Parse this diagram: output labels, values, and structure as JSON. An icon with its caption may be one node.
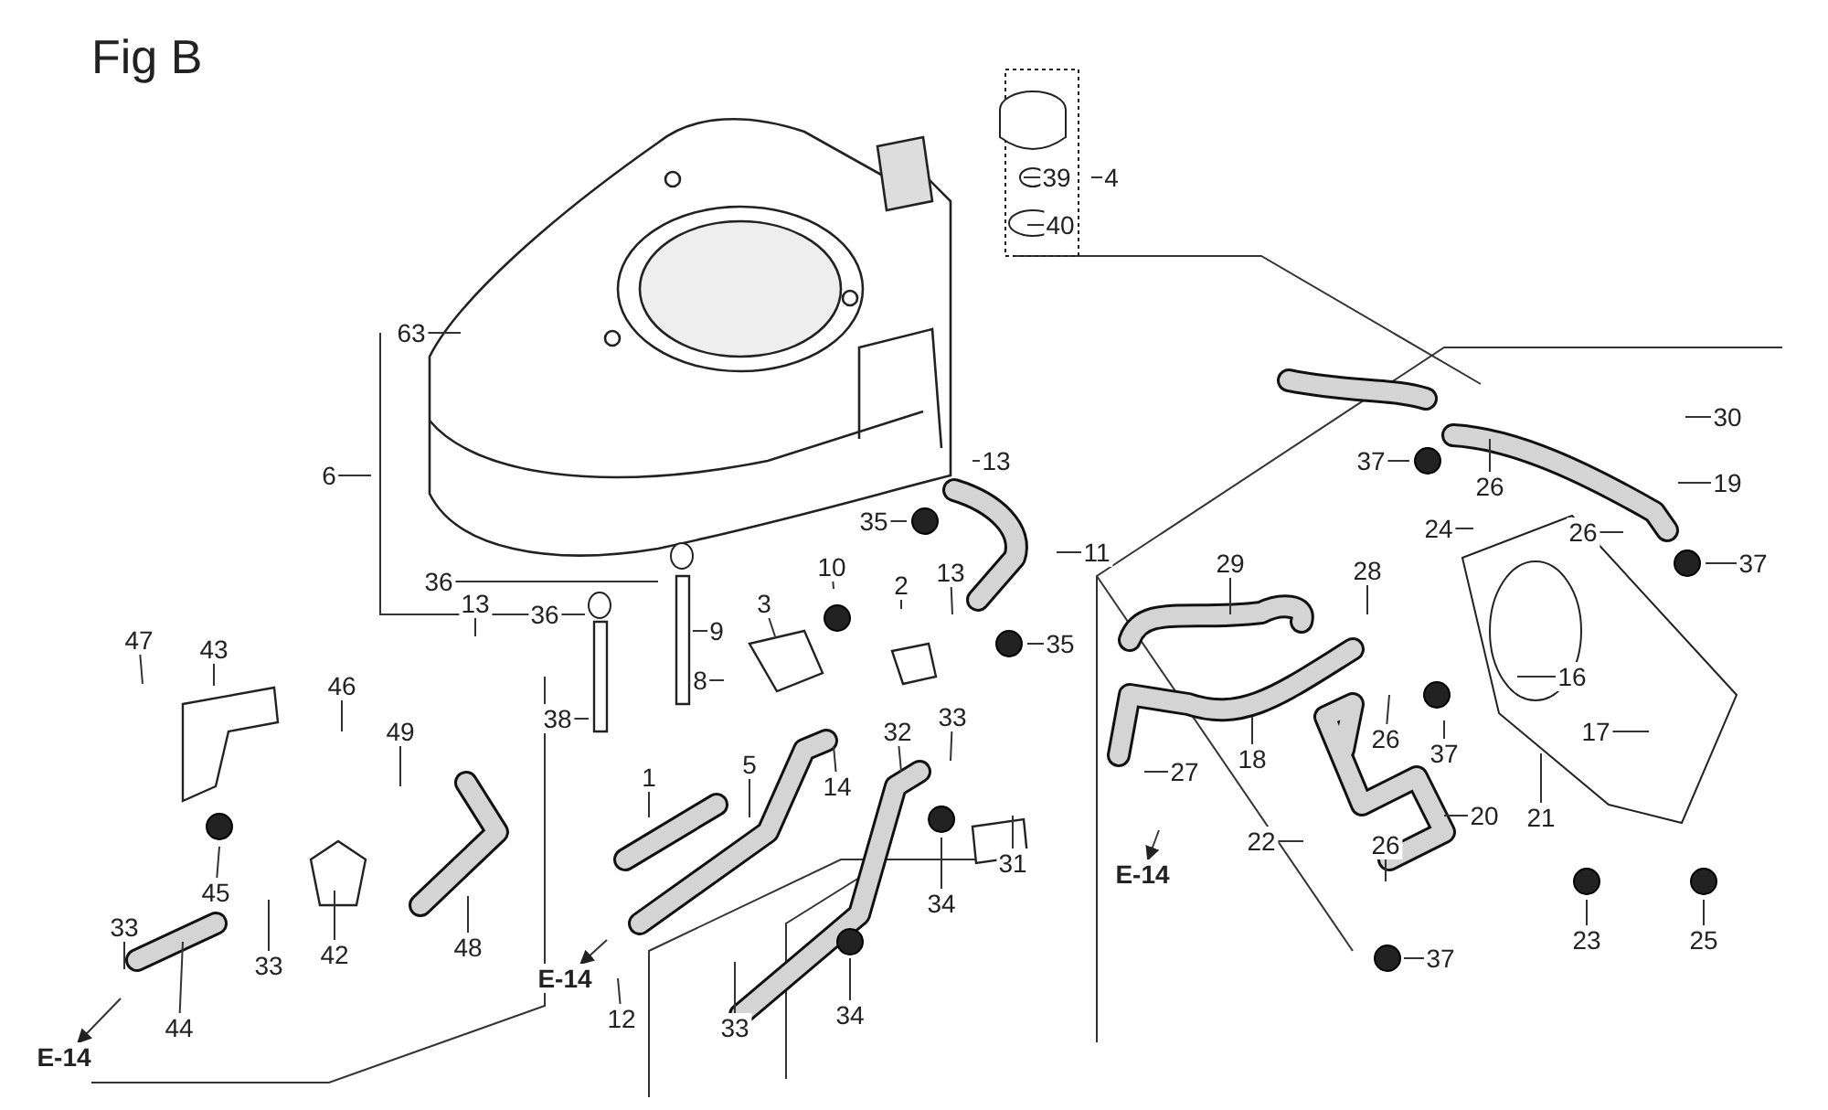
{
  "diagram": {
    "title": "Fig B",
    "nodes": [
      {
        "text": [
          "4"
        ]
      },
      {
        "text": [
          "39"
        ]
      },
      {
        "text": [
          "40"
        ]
      },
      {
        "text": [
          "63"
        ]
      },
      {
        "text": [
          "6"
        ]
      },
      {
        "text": [
          "13"
        ]
      },
      {
        "text": [
          "35"
        ]
      },
      {
        "text": [
          "11"
        ]
      },
      {
        "text": [
          "36"
        ]
      },
      {
        "text": [
          "36"
        ]
      },
      {
        "text": [
          "10"
        ]
      },
      {
        "text": [
          "13"
        ]
      },
      {
        "text": [
          "3"
        ]
      },
      {
        "text": [
          "2"
        ]
      },
      {
        "text": [
          "9"
        ]
      },
      {
        "text": [
          "8"
        ]
      },
      {
        "text": [
          "35"
        ]
      },
      {
        "text": [
          "47"
        ]
      },
      {
        "text": [
          "43"
        ]
      },
      {
        "text": [
          "46"
        ]
      },
      {
        "text": [
          "13"
        ]
      },
      {
        "text": [
          "49"
        ]
      },
      {
        "text": [
          "38"
        ]
      },
      {
        "text": [
          "1"
        ]
      },
      {
        "text": [
          "5"
        ]
      },
      {
        "text": [
          "14"
        ]
      },
      {
        "text": [
          "32"
        ]
      },
      {
        "text": [
          "33"
        ]
      },
      {
        "text": [
          "31"
        ]
      },
      {
        "text": [
          "45"
        ]
      },
      {
        "text": [
          "42"
        ]
      },
      {
        "text": [
          "33"
        ]
      },
      {
        "text": [
          "48"
        ]
      },
      {
        "text": [
          "34"
        ]
      },
      {
        "text": [
          "33"
        ]
      },
      {
        "text": [
          "44"
        ]
      },
      {
        "text": [
          "12"
        ]
      },
      {
        "text": [
          "33"
        ]
      },
      {
        "text": [
          "34"
        ]
      },
      {
        "text": [
          "E-14"
        ]
      },
      {
        "text": [
          "E-14"
        ]
      },
      {
        "text": [
          "E-14"
        ]
      },
      {
        "text": [
          "30"
        ]
      },
      {
        "text": [
          "37"
        ]
      },
      {
        "text": [
          "26"
        ]
      },
      {
        "text": [
          "19"
        ]
      },
      {
        "text": [
          "24"
        ]
      },
      {
        "text": [
          "26"
        ]
      },
      {
        "text": [
          "37"
        ]
      },
      {
        "text": [
          "29"
        ]
      },
      {
        "text": [
          "28"
        ]
      },
      {
        "text": [
          "16"
        ]
      },
      {
        "text": [
          "18"
        ]
      },
      {
        "text": [
          "26"
        ]
      },
      {
        "text": [
          "37"
        ]
      },
      {
        "text": [
          "17"
        ]
      },
      {
        "text": [
          "27"
        ]
      },
      {
        "text": [
          "20"
        ]
      },
      {
        "text": [
          "21"
        ]
      },
      {
        "text": [
          "22"
        ]
      },
      {
        "text": [
          "26"
        ]
      },
      {
        "text": [
          "23"
        ]
      },
      {
        "text": [
          "25"
        ]
      },
      {
        "text": [
          "37"
        ]
      }
    ],
    "edges": [
      {
        "from": 0,
        "to": null,
        "arrow": "none"
      },
      {
        "from": 1,
        "to": null,
        "arrow": "none"
      },
      {
        "from": 2,
        "to": null,
        "arrow": "none"
      },
      {
        "from": 3,
        "to": null,
        "arrow": "none"
      },
      {
        "from": 4,
        "to": null,
        "arrow": "none"
      },
      {
        "from": 5,
        "to": null,
        "arrow": "none"
      },
      {
        "from": 6,
        "to": null,
        "arrow": "none"
      },
      {
        "from": 7,
        "to": null,
        "arrow": "none"
      },
      {
        "from": 8,
        "to": null,
        "arrow": "none"
      },
      {
        "from": 9,
        "to": null,
        "arrow": "none"
      },
      {
        "from": 10,
        "to": null,
        "arrow": "none"
      },
      {
        "from": 11,
        "to": null,
        "arrow": "none"
      },
      {
        "from": 12,
        "to": null,
        "arrow": "none"
      },
      {
        "from": 13,
        "to": null,
        "arrow": "none"
      },
      {
        "from": 14,
        "to": null,
        "arrow": "none"
      },
      {
        "from": 15,
        "to": null,
        "arrow": "none"
      },
      {
        "from": 16,
        "to": null,
        "arrow": "none"
      },
      {
        "from": 17,
        "to": null,
        "arrow": "none"
      },
      {
        "from": 18,
        "to": null,
        "arrow": "none"
      },
      {
        "from": 19,
        "to": null,
        "arrow": "none"
      },
      {
        "from": 20,
        "to": null,
        "arrow": "none"
      },
      {
        "from": 21,
        "to": null,
        "arrow": "none"
      },
      {
        "from": 22,
        "to": null,
        "arrow": "none"
      },
      {
        "from": 23,
        "to": null,
        "arrow": "none"
      },
      {
        "from": 24,
        "to": null,
        "arrow": "none"
      },
      {
        "from": 25,
        "to": null,
        "arrow": "none"
      },
      {
        "from": 26,
        "to": null,
        "arrow": "none"
      },
      {
        "from": 27,
        "to": null,
        "arrow": "none"
      },
      {
        "from": 28,
        "to": null,
        "arrow": "none"
      },
      {
        "from": 29,
        "to": null,
        "arrow": "none"
      },
      {
        "from": 30,
        "to": null,
        "arrow": "none"
      },
      {
        "from": 31,
        "to": null,
        "arrow": "none"
      },
      {
        "from": 32,
        "to": null,
        "arrow": "none"
      },
      {
        "from": 33,
        "to": null,
        "arrow": "none"
      },
      {
        "from": 34,
        "to": null,
        "arrow": "none"
      },
      {
        "from": 35,
        "to": null,
        "arrow": "none"
      },
      {
        "from": 36,
        "to": null,
        "arrow": "none"
      },
      {
        "from": 37,
        "to": null,
        "arrow": "none"
      },
      {
        "from": 38,
        "to": null,
        "arrow": "none"
      },
      {
        "from": null,
        "to": 39,
        "arrow": "to"
      },
      {
        "from": null,
        "to": 40,
        "arrow": "to"
      },
      {
        "from": null,
        "to": 41,
        "arrow": "to"
      },
      {
        "from": 42,
        "to": null,
        "arrow": "none"
      },
      {
        "from": 43,
        "to": null,
        "arrow": "none"
      },
      {
        "from": 44,
        "to": null,
        "arrow": "none"
      },
      {
        "from": 45,
        "to": null,
        "arrow": "none"
      },
      {
        "from": 46,
        "to": null,
        "arrow": "none"
      },
      {
        "from": 47,
        "to": null,
        "arrow": "none"
      },
      {
        "from": 48,
        "to": null,
        "arrow": "none"
      },
      {
        "from": 49,
        "to": null,
        "arrow": "none"
      },
      {
        "from": 50,
        "to": null,
        "arrow": "none"
      },
      {
        "from": 51,
        "to": null,
        "arrow": "none"
      },
      {
        "from": 52,
        "to": null,
        "arrow": "none"
      },
      {
        "from": 53,
        "to": null,
        "arrow": "none"
      },
      {
        "from": 54,
        "to": null,
        "arrow": "none"
      },
      {
        "from": 55,
        "to": null,
        "arrow": "none"
      },
      {
        "from": 56,
        "to": null,
        "arrow": "none"
      },
      {
        "from": 57,
        "to": null,
        "arrow": "none"
      },
      {
        "from": 58,
        "to": null,
        "arrow": "none"
      },
      {
        "from": 59,
        "to": null,
        "arrow": "none"
      },
      {
        "from": 60,
        "to": null,
        "arrow": "none"
      },
      {
        "from": 61,
        "to": null,
        "arrow": "none"
      },
      {
        "from": 62,
        "to": null,
        "arrow": "none"
      },
      {
        "from": 63,
        "to": null,
        "arrow": "none"
      }
    ]
  }
}
